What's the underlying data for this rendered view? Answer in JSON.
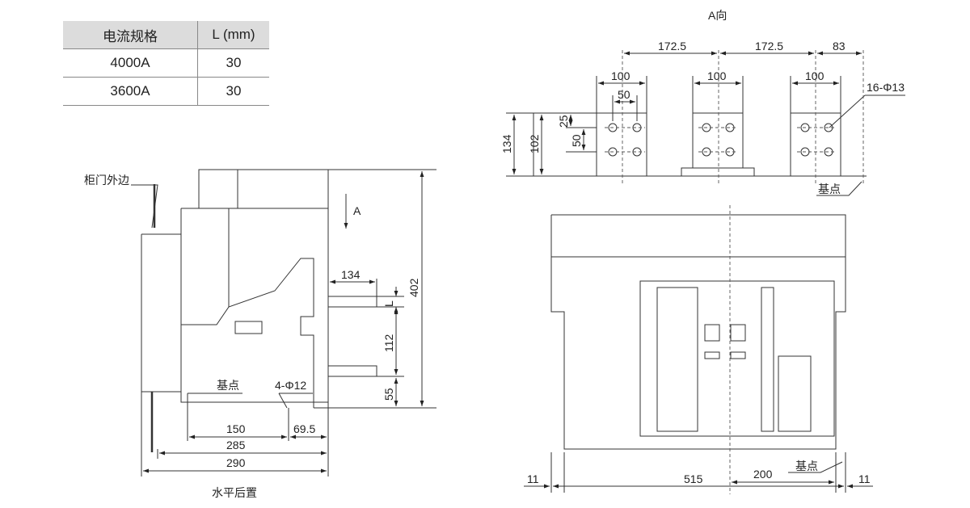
{
  "spec_table": {
    "headers": [
      "电流规格",
      "L (mm)"
    ],
    "rows": [
      [
        "4000A",
        "30"
      ],
      [
        "3600A",
        "30"
      ]
    ]
  },
  "side_view": {
    "label_cabinet": "柜门外边",
    "label_direction": "A",
    "label_base": "基点",
    "label_holes": "4-Φ12",
    "dim_134": "134",
    "dim_L": "L",
    "dim_112": "112",
    "dim_55": "55",
    "dim_402": "402",
    "dim_150": "150",
    "dim_69_5": "69.5",
    "dim_285": "285",
    "dim_290": "290",
    "caption": "水平后置"
  },
  "a_view": {
    "title": "A向",
    "dim_172_5_a": "172.5",
    "dim_172_5_b": "172.5",
    "dim_83": "83",
    "dim_100_a": "100",
    "dim_100_b": "100",
    "dim_100_c": "100",
    "dim_50_h": "50",
    "dim_25": "25",
    "dim_50_v": "50",
    "dim_134": "134",
    "dim_102": "102",
    "label_holes": "16-Φ13",
    "label_base": "基点"
  },
  "front_view": {
    "label_base": "基点",
    "dim_11_left": "11",
    "dim_515": "515",
    "dim_200": "200",
    "dim_11_right": "11"
  }
}
